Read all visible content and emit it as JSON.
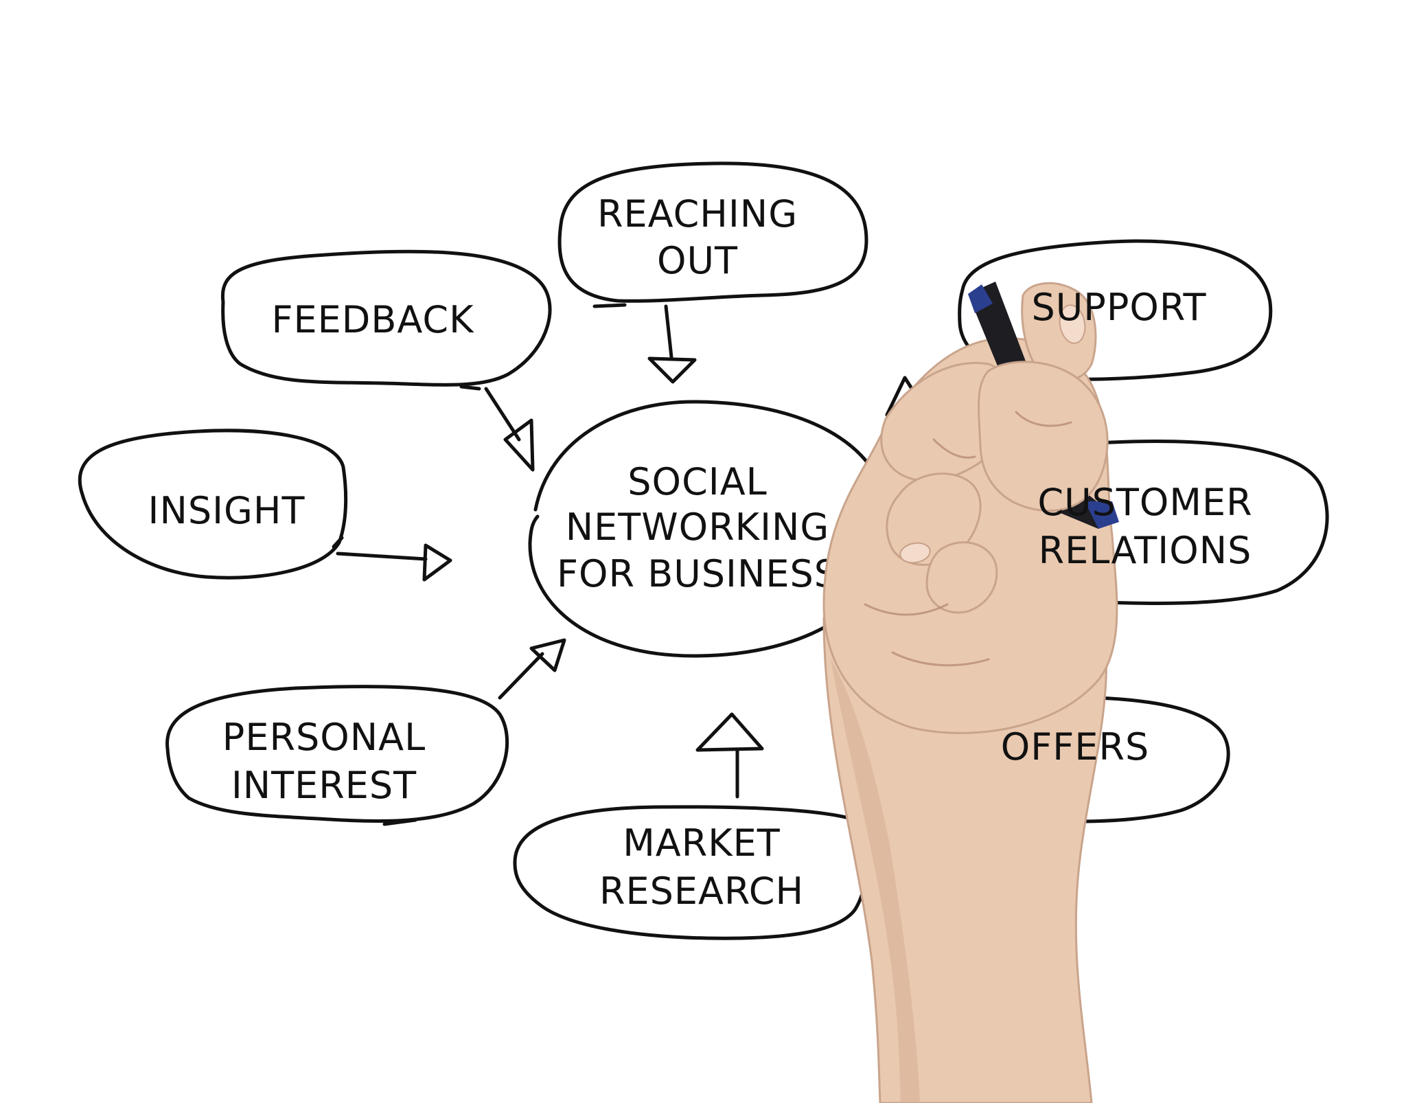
{
  "diagram": {
    "center": {
      "line1": "SOCIAL",
      "line2": "NETWORKING",
      "line3": "FOR BUSINESS"
    },
    "nodes": {
      "reaching_out": {
        "line1": "REACHING",
        "line2": "OUT"
      },
      "feedback": {
        "line1": "FEEDBACK"
      },
      "insight": {
        "line1": "INSIGHT"
      },
      "personal_interest": {
        "line1": "PERSONAL",
        "line2": "INTEREST"
      },
      "market_research": {
        "line1": "MARKET",
        "line2": "RESEARCH"
      },
      "offers": {
        "line1": "OFFERS"
      },
      "customer_relations": {
        "line1": "CUSTOMER",
        "line2": "RELATIONS"
      },
      "support": {
        "line1": "SUPPORT"
      }
    },
    "colors": {
      "ink": "#111111",
      "background": "#ffffff",
      "skin": "#e9c9b0",
      "marker": "#1d1d22",
      "marker_tip": "#2b3f8f"
    },
    "icons": {
      "hand": "hand-holding-marker-icon",
      "marker": "marker-icon"
    }
  }
}
